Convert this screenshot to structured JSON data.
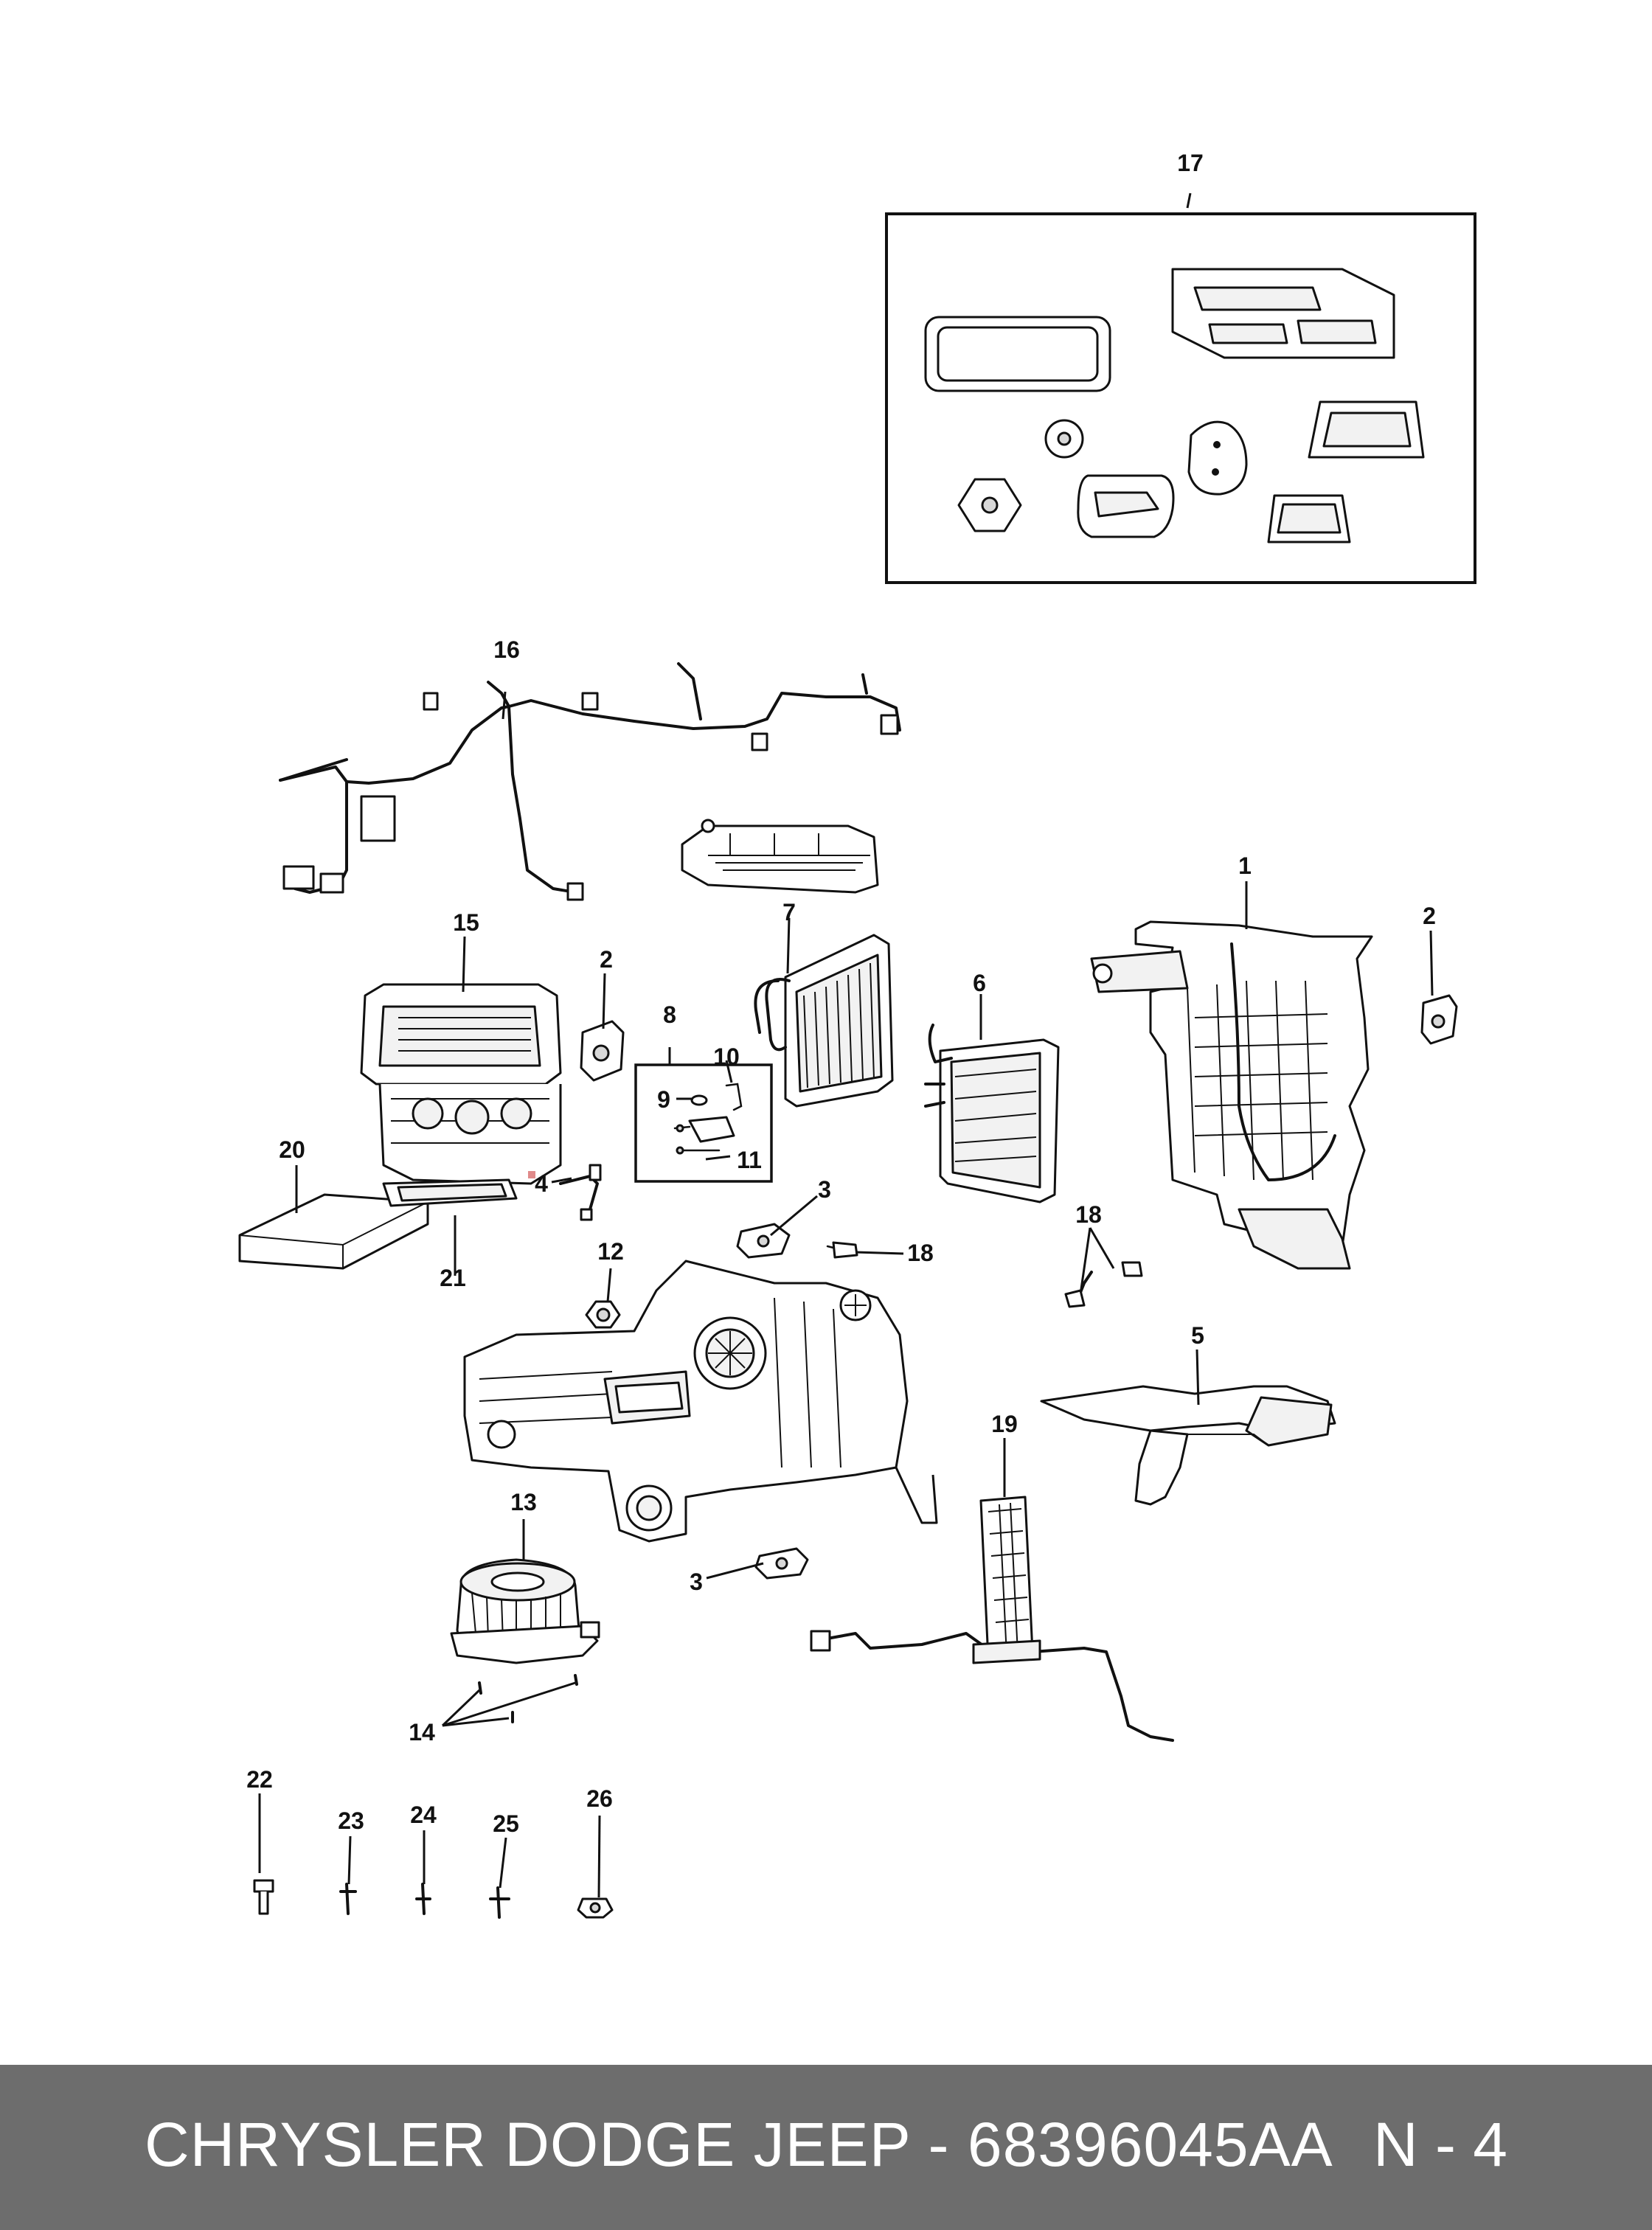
{
  "diagram": {
    "callouts": [
      "1",
      "2",
      "2",
      "3",
      "3",
      "4",
      "5",
      "6",
      "7",
      "8",
      "9",
      "10",
      "11",
      "12",
      "13",
      "14",
      "15",
      "16",
      "17",
      "18",
      "18",
      "19",
      "20",
      "21",
      "22",
      "23",
      "24",
      "25",
      "26"
    ]
  },
  "footer": {
    "title": "CHRYSLER DODGE JEEP - 68396045AA",
    "page": "N - 4"
  }
}
